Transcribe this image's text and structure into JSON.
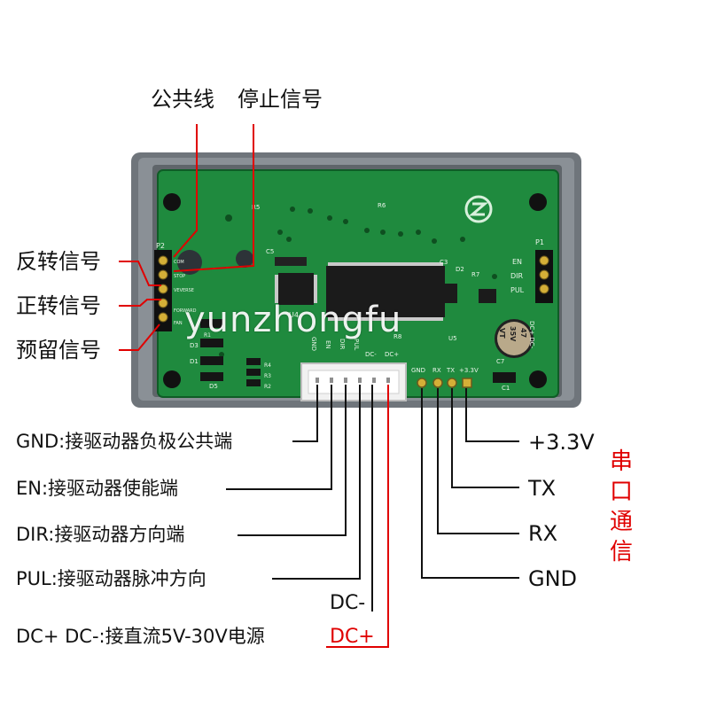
{
  "top_labels": {
    "common": "公共线",
    "stop": "停止信号"
  },
  "left_labels": {
    "reverse": "反转信号",
    "forward": "正转信号",
    "reserved": "预留信号"
  },
  "bottom_labels": {
    "gnd": "GND:接驱动器负极公共端",
    "en": "EN:接驱动器使能端",
    "dir": "DIR:接驱动器方向端",
    "pul": "PUL:接驱动器脉冲方向",
    "dc_minus": "DC-",
    "dc_desc": "DC+ DC-:接直流5V-30V电源",
    "dc_plus": "DC+"
  },
  "right_labels": {
    "v33": "+3.3V",
    "tx": "TX",
    "rx": "RX",
    "gnd": "GND",
    "serial": [
      "串",
      "口",
      "通",
      "信"
    ]
  },
  "board": {
    "p2_label": "P2",
    "p1_label": "P1",
    "p1_pins": [
      "EN",
      "DIR",
      "PUL"
    ],
    "p1_side": "DC+ DC-",
    "left_pins": [
      "COM",
      "STOP",
      "VEVERSE",
      "FORWARD",
      "FAN"
    ],
    "conn_pins": [
      "GND",
      "EN",
      "DIR",
      "PUL",
      "DC-",
      "DC+"
    ],
    "serial_pins": [
      "GND",
      "RX",
      "TX",
      "+3.3V"
    ],
    "parts": {
      "r5": "R5",
      "r6": "R6",
      "c5": "C5",
      "c3": "C3",
      "d2": "D2",
      "r7": "R7",
      "u4": "U4",
      "u5": "U5",
      "r8": "R8",
      "r4": "R4",
      "r3": "R3",
      "r2": "R2",
      "r1": "R1",
      "d1": "D1",
      "d3": "D3",
      "d5": "D5",
      "c7": "C7",
      "c1": "C1"
    },
    "cap_text": [
      "47",
      "35V",
      "VT"
    ]
  },
  "watermark": "yunzhongfu",
  "colors": {
    "pcb": "#1f8a3e",
    "enclosure": "#7c838a",
    "accent_red": "#e00000"
  }
}
